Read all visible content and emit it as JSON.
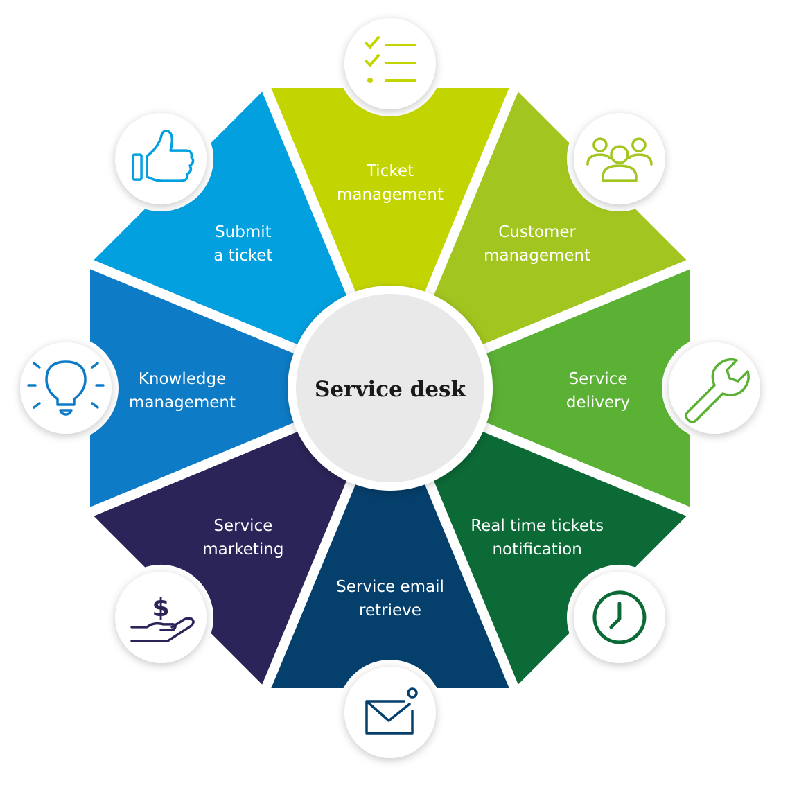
{
  "center": {
    "label": "Service desk"
  },
  "segments": [
    {
      "id": "ticket-management",
      "lines": [
        "Ticket",
        "management"
      ],
      "color": "#c3d500",
      "icon": "checklist-icon"
    },
    {
      "id": "customer-management",
      "lines": [
        "Customer",
        "management"
      ],
      "color": "#a2c51f",
      "icon": "users-icon"
    },
    {
      "id": "service-delivery",
      "lines": [
        "Service",
        "delivery"
      ],
      "color": "#5bb134",
      "icon": "wrench-icon"
    },
    {
      "id": "real-time-tickets-notification",
      "lines": [
        "Real time tickets",
        "notification"
      ],
      "color": "#0b6a36",
      "icon": "clock-icon"
    },
    {
      "id": "service-email-retrieve",
      "lines": [
        "Service email",
        "retrieve"
      ],
      "color": "#053f6c",
      "icon": "envelope-icon"
    },
    {
      "id": "service-marketing",
      "lines": [
        "Service",
        "marketing"
      ],
      "color": "#2b2459",
      "icon": "hand-dollar-icon"
    },
    {
      "id": "knowledge-management",
      "lines": [
        "Knowledge",
        "management"
      ],
      "color": "#0d7bc5",
      "icon": "lightbulb-icon"
    },
    {
      "id": "submit-a-ticket",
      "lines": [
        "Submit",
        "a ticket"
      ],
      "color": "#02a0df",
      "icon": "thumbs-up-icon"
    }
  ]
}
